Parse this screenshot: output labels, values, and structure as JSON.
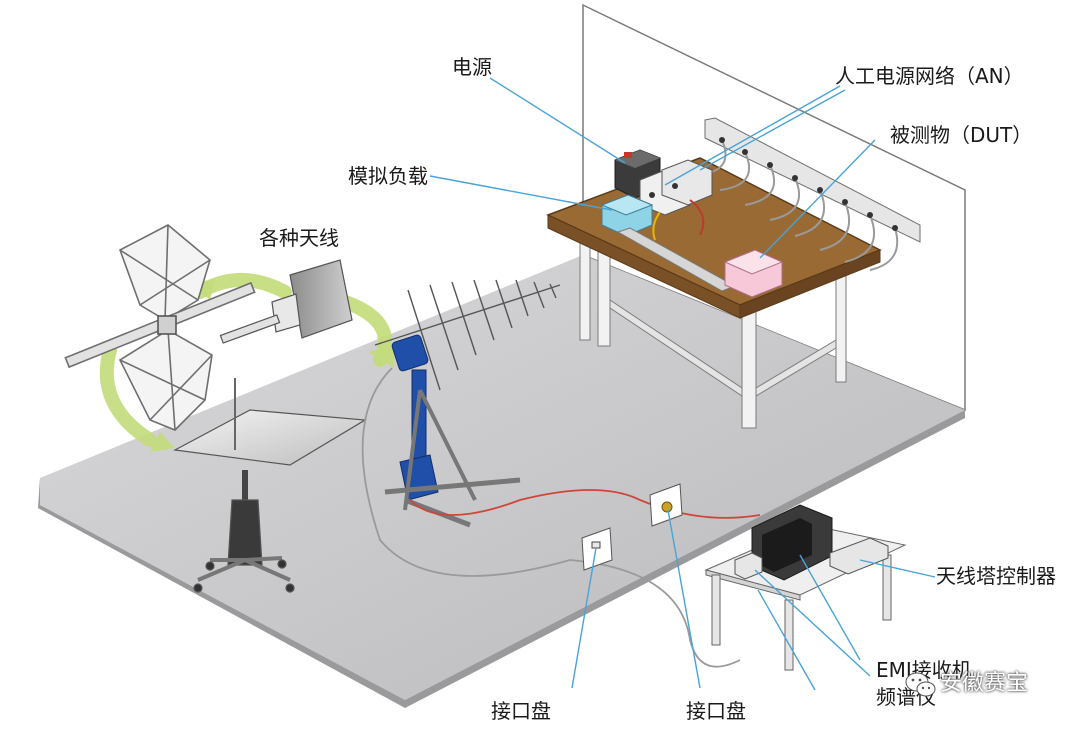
{
  "labels": {
    "power": "电源",
    "lisn": "人工电源网络（AN）",
    "dut": "被测物（DUT）",
    "dummy_load": "模拟负载",
    "antennas": "各种天线",
    "tower_controller": "天线塔控制器",
    "receiver_line1": "EMI接收机",
    "receiver_line2": "频谱仪",
    "panel_left": "接口盘",
    "panel_right": "接口盘"
  },
  "watermark": {
    "text": "安徽赛宝",
    "icon": "wechat-icon"
  },
  "colors": {
    "floor": "#c9c9cb",
    "table_top": "#9a6a35",
    "dummy_load": "#8fd3e6",
    "dut_box": "#f7c9d8",
    "tower_blue": "#1f4fa8",
    "arrow_green": "#c3dc7a",
    "leader_line": "#4aa3d6",
    "cable_red": "#d0453a"
  }
}
